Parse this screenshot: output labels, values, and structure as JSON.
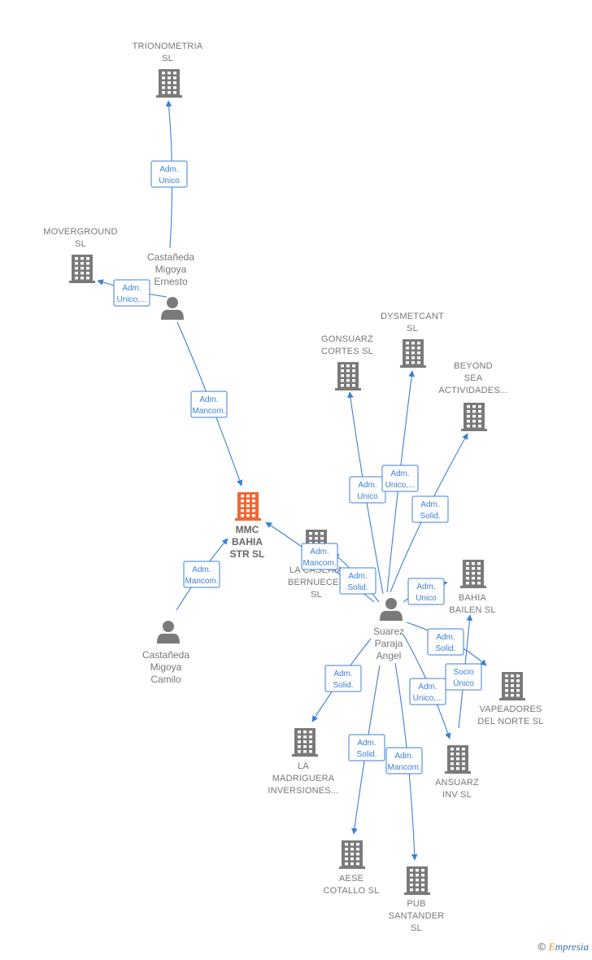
{
  "colors": {
    "edge": "#3d7fd6",
    "building": "#7a7a7a",
    "building_main": "#f26633",
    "person": "#7a7a7a"
  },
  "nodes": [
    {
      "id": "trionometria",
      "type": "company",
      "label": [
        "TRIONOMETRIA",
        "SL"
      ]
    },
    {
      "id": "moverground",
      "type": "company",
      "label": [
        "MOVERGROUND",
        "SL"
      ]
    },
    {
      "id": "ernesto",
      "type": "person",
      "label": [
        "Castañeda",
        "Migoya",
        "Ernesto"
      ]
    },
    {
      "id": "mmc",
      "type": "company_main",
      "label": [
        "MMC",
        "BAHIA",
        "STR  SL"
      ]
    },
    {
      "id": "camilo",
      "type": "person",
      "label": [
        "Castañeda",
        "Migoya",
        "Camilo"
      ]
    },
    {
      "id": "caseria",
      "type": "company",
      "label": [
        "LA CASERIA",
        "BERNUECES",
        "SL"
      ]
    },
    {
      "id": "gonsuarz",
      "type": "company",
      "label": [
        "GONSUARZ",
        "CORTES  SL"
      ]
    },
    {
      "id": "dysmetcant",
      "type": "company",
      "label": [
        "DYSMETCANT",
        "SL"
      ]
    },
    {
      "id": "beyond",
      "type": "company",
      "label": [
        "BEYOND",
        "SEA",
        "ACTIVIDADES..."
      ]
    },
    {
      "id": "bahia_bailen",
      "type": "company",
      "label": [
        "BAHIA",
        "BAILEN  SL"
      ]
    },
    {
      "id": "suarez",
      "type": "person",
      "label": [
        "Suarez",
        "Paraja",
        "Angel"
      ]
    },
    {
      "id": "vapeadores",
      "type": "company",
      "label": [
        "VAPEADORES",
        "DEL NORTE  SL"
      ]
    },
    {
      "id": "madriguera",
      "type": "company",
      "label": [
        "LA",
        "MADRIGUERA",
        "INVERSIONES..."
      ]
    },
    {
      "id": "ansuarz",
      "type": "company",
      "label": [
        "ANSUARZ",
        "INV  SL"
      ]
    },
    {
      "id": "aese",
      "type": "company",
      "label": [
        "AESE",
        "COTALLO  SL"
      ]
    },
    {
      "id": "pub",
      "type": "company",
      "label": [
        "PUB",
        "SANTANDER",
        "SL"
      ]
    }
  ],
  "edges": [
    {
      "from": "ernesto",
      "to": "trionometria",
      "label": [
        "Adm.",
        "Unico"
      ]
    },
    {
      "from": "ernesto",
      "to": "moverground",
      "label": [
        "Adm.",
        "Unico,..."
      ]
    },
    {
      "from": "ernesto",
      "to": "mmc",
      "label": [
        "Adm.",
        "Mancom."
      ]
    },
    {
      "from": "camilo",
      "to": "mmc",
      "label": [
        "Adm.",
        "Mancom."
      ]
    },
    {
      "from": "suarez",
      "to": "mmc",
      "label": [
        "Adm.",
        "Mancom."
      ]
    },
    {
      "from": "suarez",
      "to": "caseria",
      "label": [
        "Adm.",
        "Solid."
      ]
    },
    {
      "from": "suarez",
      "to": "gonsuarz",
      "label": [
        "Adm.",
        "Unico"
      ]
    },
    {
      "from": "suarez",
      "to": "dysmetcant",
      "label": [
        "Adm.",
        "Unico,..."
      ]
    },
    {
      "from": "suarez",
      "to": "beyond",
      "label": [
        "Adm.",
        "Solid."
      ]
    },
    {
      "from": "suarez",
      "to": "bahia_bailen",
      "label": [
        "Adm.",
        "Unico"
      ]
    },
    {
      "from": "suarez",
      "to": "vapeadores",
      "label": [
        "Adm.",
        "Solid."
      ]
    },
    {
      "from": "ansuarz",
      "to": "bahia_bailen",
      "label": [
        "Socio",
        "Único"
      ]
    },
    {
      "from": "suarez",
      "to": "ansuarz",
      "label": [
        "Adm.",
        "Unico,..."
      ]
    },
    {
      "from": "suarez",
      "to": "madriguera",
      "label": [
        "Adm.",
        "Solid."
      ]
    },
    {
      "from": "suarez",
      "to": "aese",
      "label": [
        "Adm.",
        "Solid."
      ]
    },
    {
      "from": "suarez",
      "to": "pub",
      "label": [
        "Adm.",
        "Mancom."
      ]
    }
  ],
  "footer": {
    "copyright": "©",
    "brand_initial": "E",
    "brand_rest": "mpresia"
  }
}
